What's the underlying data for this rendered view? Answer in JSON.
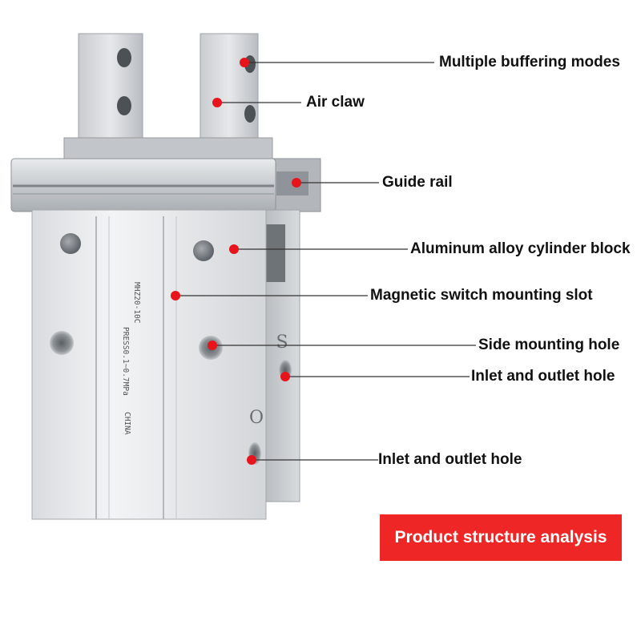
{
  "callouts": [
    {
      "id": "buffering",
      "label": "Multiple buffering modes"
    },
    {
      "id": "air-claw",
      "label": "Air claw"
    },
    {
      "id": "guide-rail",
      "label": "Guide rail"
    },
    {
      "id": "cylinder-block",
      "label": "Aluminum alloy cylinder block"
    },
    {
      "id": "switch-slot",
      "label": "Magnetic switch mounting slot"
    },
    {
      "id": "side-hole",
      "label": "Side mounting hole"
    },
    {
      "id": "inlet-1",
      "label": "Inlet and outlet hole"
    },
    {
      "id": "inlet-2",
      "label": "Inlet and outlet hole"
    }
  ],
  "banner": {
    "label": "Product structure analysis",
    "color": "#ef2626"
  },
  "product_markings": {
    "model": "MHZ20-10C",
    "pressure": "PRESS0.1~0.7MPa",
    "origin": "CHINA",
    "port_s": "S",
    "port_o": "O"
  },
  "colors": {
    "dot": "#e8141c",
    "leader": "#333333",
    "text": "#111111"
  }
}
